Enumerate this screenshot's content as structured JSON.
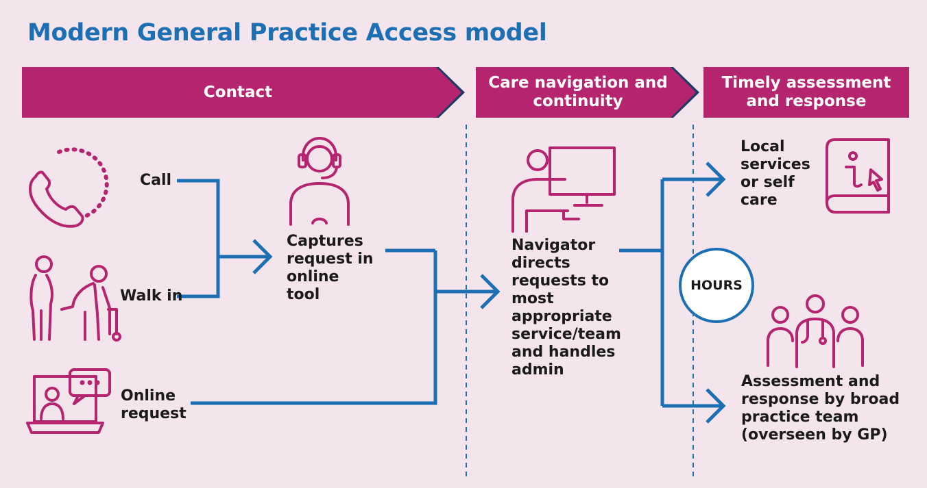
{
  "title": "Modern General Practice Access model",
  "stages": {
    "contact": "Contact",
    "care_navigation": "Care navigation and continuity",
    "timely_assessment": "Timely assessment and response"
  },
  "channels": {
    "call": "Call",
    "walk_in": "Walk in",
    "online_request": "Online request"
  },
  "capture": "Captures request in online tool",
  "navigator": "Navigator directs requests to most appropriate service/team and handles admin",
  "hours": "HOURS",
  "outcomes": {
    "local_services": "Local services or self care",
    "practice_team": "Assessment and response by broad practice team (overseen by GP)"
  },
  "colors": {
    "banner": "#b5246f",
    "chevron": "#1f3866",
    "flow_line": "#1d6fb4",
    "icon": "#b5246f",
    "title": "#1d6fb4",
    "background": "#f4e4ec"
  }
}
